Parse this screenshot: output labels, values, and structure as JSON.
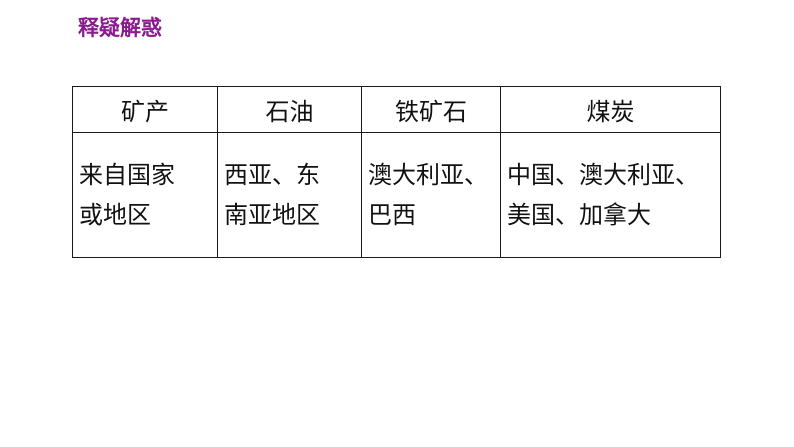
{
  "title": "释疑解惑",
  "title_color": "#8b1a8e",
  "table": {
    "headers": [
      "矿产",
      "石油",
      "铁矿石",
      "煤炭"
    ],
    "row": {
      "label_lines": [
        "来自国家",
        "或地区"
      ],
      "cells": [
        {
          "lines": [
            "西亚、东",
            "南亚地区"
          ]
        },
        {
          "lines": [
            "澳大利亚、",
            "巴西"
          ]
        },
        {
          "lines": [
            "中国、澳大利亚、",
            "美国、加拿大"
          ]
        }
      ]
    }
  }
}
